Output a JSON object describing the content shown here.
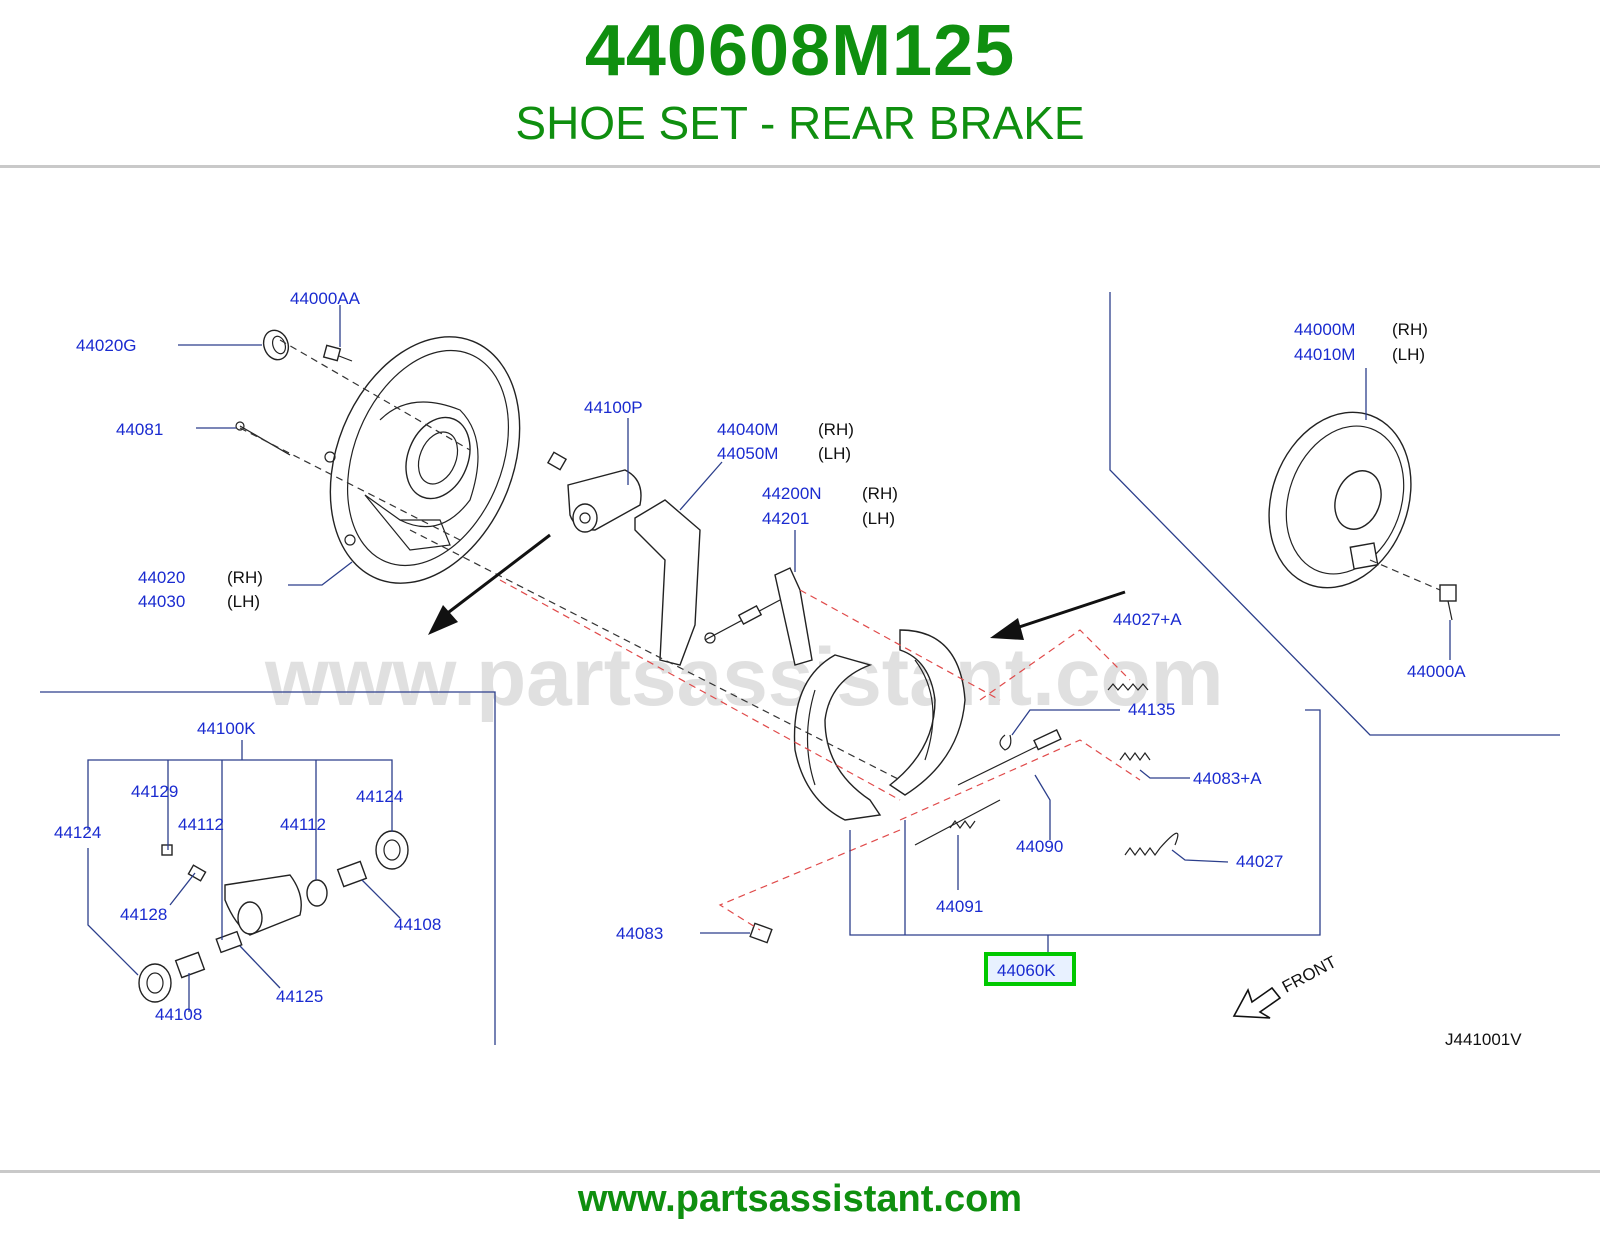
{
  "header": {
    "part_number": "440608M125",
    "title": "SHOE SET - REAR BRAKE"
  },
  "footer": {
    "url": "www.partsassistant.com"
  },
  "watermark": "www.partsassistant.com",
  "diagram_code": "J441001V",
  "front_label": "FRONT",
  "highlight_color": "#00c800",
  "accent_color": "#0f8f0f",
  "labels": {
    "l44000AA": "44000AA",
    "l44020G": "44020G",
    "l44081": "44081",
    "l44020": "44020",
    "l44030": "44030",
    "rh": "(RH)",
    "lh": "(LH)",
    "l44100P": "44100P",
    "l44040M": "44040M",
    "l44050M": "44050M",
    "l44200N": "44200N",
    "l44201": "44201",
    "l44000M": "44000M",
    "l44010M": "44010M",
    "l44000A": "44000A",
    "l44027A": "44027+A",
    "l44135": "44135",
    "l44083A": "44083+A",
    "l44090": "44090",
    "l44027": "44027",
    "l44091": "44091",
    "l44083": "44083",
    "l44060K": "44060K",
    "l44100K": "44100K",
    "l44129": "44129",
    "l44124": "44124",
    "l44112": "44112",
    "l44128": "44128",
    "l44108": "44108",
    "l44125": "44125"
  }
}
